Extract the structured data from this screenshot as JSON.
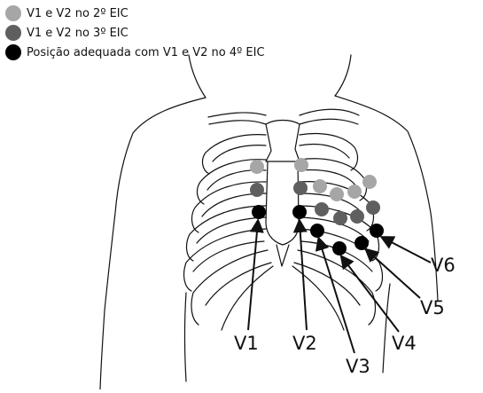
{
  "legend": [
    {
      "label": "V1 e V2 no 2º EIC",
      "color": "#a6a6a6"
    },
    {
      "label": "V1 e V2 no 3º EIC",
      "color": "#5f5f5f"
    },
    {
      "label": "Posição adequada com V1 e V2 no 4º EIC",
      "color": "#000000"
    }
  ],
  "colors": {
    "light": "#a6a6a6",
    "mid": "#5f5f5f",
    "dark": "#000000",
    "line": "#111111"
  },
  "leads": {
    "v1": "V1",
    "v2": "V2",
    "v3": "V3",
    "v4": "V4",
    "v5": "V5",
    "v6": "V6"
  }
}
